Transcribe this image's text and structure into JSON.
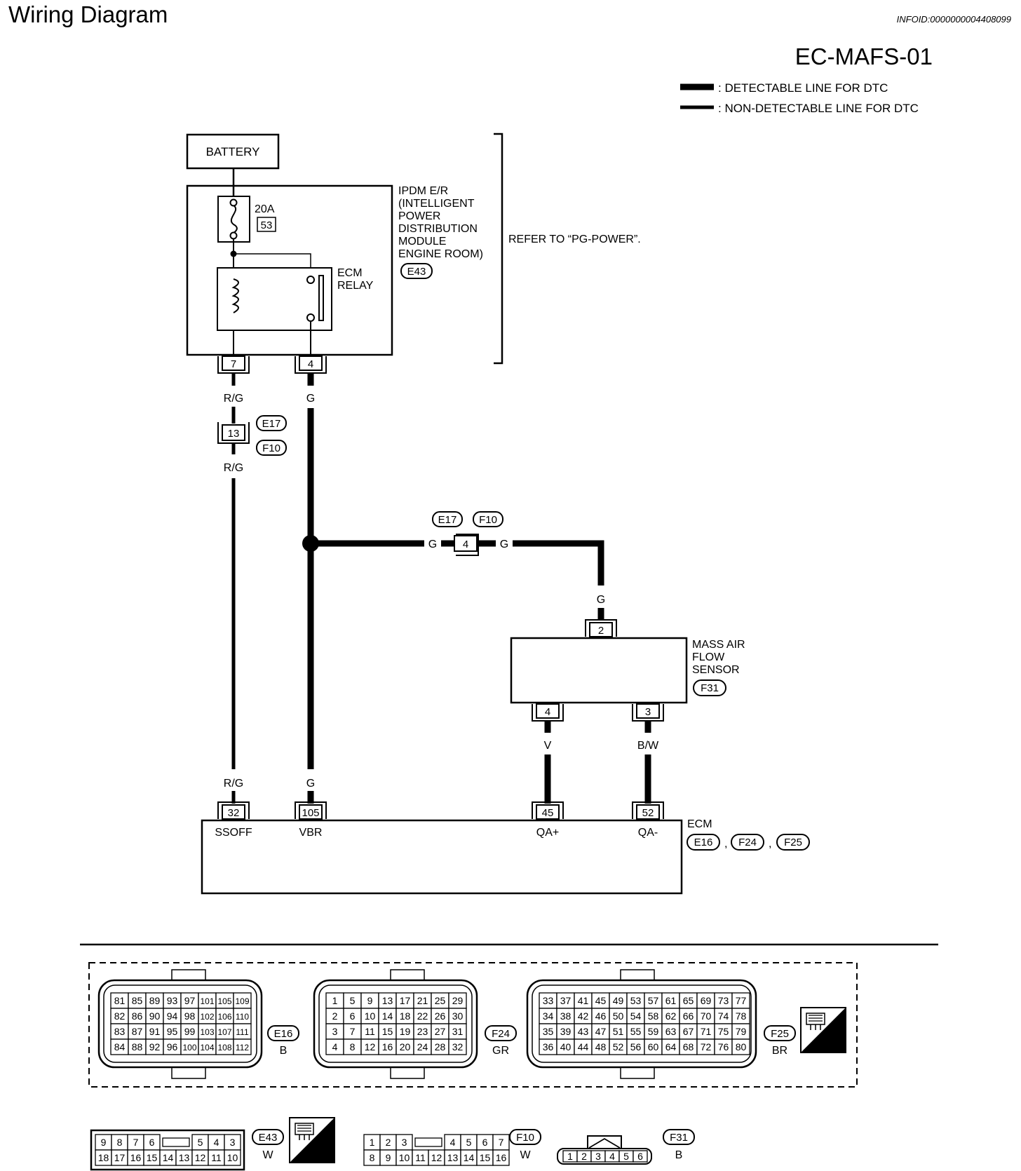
{
  "header": {
    "title": "Wiring Diagram",
    "info_id": "INFOID:0000000004408099",
    "diagram_code": "EC-MAFS-01"
  },
  "legend": {
    "detectable": ": DETECTABLE LINE FOR DTC",
    "non_detectable": ": NON-DETECTABLE LINE FOR DTC"
  },
  "components": {
    "battery": "BATTERY",
    "fuse_rating": "20A",
    "fuse_number": "53",
    "ipdm_lines": [
      "IPDM E/R",
      "(INTELLIGENT",
      "POWER",
      "DISTRIBUTION",
      "MODULE",
      "ENGINE ROOM)"
    ],
    "ipdm_connector": "E43",
    "ecm_relay_lines": [
      "ECM",
      "RELAY"
    ],
    "refer_note": "REFER TO “PG-POWER”.",
    "maf_lines": [
      "MASS AIR",
      "FLOW",
      "SENSOR"
    ],
    "maf_connector": "F31",
    "ecm_label": "ECM",
    "ecm_connectors": [
      "E16",
      "F24",
      "F25"
    ],
    "ecm_separator": ","
  },
  "terminals": {
    "ipdm_7": "7",
    "ipdm_4": "4",
    "joint_13": "13",
    "joint_4": "4",
    "maf_2": "2",
    "maf_4": "4",
    "maf_3": "3",
    "ecm_32": "32",
    "ecm_105": "105",
    "ecm_45": "45",
    "ecm_52": "52"
  },
  "joint_connectors": {
    "left_top": "E17",
    "left_bottom": "F10",
    "mid_a": "E17",
    "mid_b": "F10"
  },
  "wire_colors": {
    "rg_top": "R/G",
    "rg_mid": "R/G",
    "rg_bottom": "R/G",
    "g_top": "G",
    "g_bottom": "G",
    "g_branch_left": "G",
    "g_branch_right": "G",
    "g_maf": "G",
    "v": "V",
    "bw": "B/W"
  },
  "ecm_pins": {
    "ssoff": "SSOFF",
    "vbr": "VBR",
    "qa_plus": "QA+",
    "qa_minus": "QA-"
  },
  "connector_views": {
    "e16": {
      "id": "E16",
      "color": "B",
      "rows": [
        [
          "81",
          "85",
          "89",
          "93",
          "97",
          "101",
          "105",
          "109"
        ],
        [
          "82",
          "86",
          "90",
          "94",
          "98",
          "102",
          "106",
          "110"
        ],
        [
          "83",
          "87",
          "91",
          "95",
          "99",
          "103",
          "107",
          "111"
        ],
        [
          "84",
          "88",
          "92",
          "96",
          "100",
          "104",
          "108",
          "112"
        ]
      ]
    },
    "f24": {
      "id": "F24",
      "color": "GR",
      "rows": [
        [
          "1",
          "5",
          "9",
          "13",
          "17",
          "21",
          "25",
          "29"
        ],
        [
          "2",
          "6",
          "10",
          "14",
          "18",
          "22",
          "26",
          "30"
        ],
        [
          "3",
          "7",
          "11",
          "15",
          "19",
          "23",
          "27",
          "31"
        ],
        [
          "4",
          "8",
          "12",
          "16",
          "20",
          "24",
          "28",
          "32"
        ]
      ]
    },
    "f25": {
      "id": "F25",
      "color": "BR",
      "rows": [
        [
          "33",
          "37",
          "41",
          "45",
          "49",
          "53",
          "57",
          "61",
          "65",
          "69",
          "73",
          "77"
        ],
        [
          "34",
          "38",
          "42",
          "46",
          "50",
          "54",
          "58",
          "62",
          "66",
          "70",
          "74",
          "78"
        ],
        [
          "35",
          "39",
          "43",
          "47",
          "51",
          "55",
          "59",
          "63",
          "67",
          "71",
          "75",
          "79"
        ],
        [
          "36",
          "40",
          "44",
          "48",
          "52",
          "56",
          "60",
          "64",
          "68",
          "72",
          "76",
          "80"
        ]
      ]
    },
    "e43": {
      "id": "E43",
      "color": "W",
      "top_left": [
        "9",
        "8",
        "7",
        "6"
      ],
      "top_right": [
        "5",
        "4",
        "3"
      ],
      "bottom": [
        "18",
        "17",
        "16",
        "15",
        "14",
        "13",
        "12",
        "11",
        "10"
      ]
    },
    "f10": {
      "id": "F10",
      "color": "W",
      "top_left": [
        "1",
        "2",
        "3"
      ],
      "top_right": [
        "4",
        "5",
        "6",
        "7"
      ],
      "bottom": [
        "8",
        "9",
        "10",
        "11",
        "12",
        "13",
        "14",
        "15",
        "16"
      ]
    },
    "f31": {
      "id": "F31",
      "color": "B",
      "pins": [
        "1",
        "2",
        "3",
        "4",
        "5",
        "6"
      ]
    },
    "hs_label": "H.S."
  }
}
